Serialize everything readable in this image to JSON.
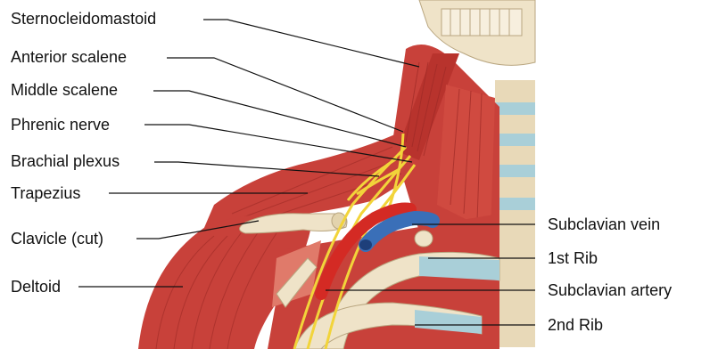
{
  "labels_left": [
    {
      "id": "sternocleidomastoid",
      "text": "Sternocleidomastoid"
    },
    {
      "id": "anterior-scalene",
      "text": "Anterior scalene"
    },
    {
      "id": "middle-scalene",
      "text": "Middle scalene"
    },
    {
      "id": "phrenic-nerve",
      "text": "Phrenic nerve"
    },
    {
      "id": "brachial-plexus",
      "text": "Brachial plexus"
    },
    {
      "id": "trapezius",
      "text": "Trapezius"
    },
    {
      "id": "clavicle",
      "text": "Clavicle (cut)"
    },
    {
      "id": "deltoid",
      "text": "Deltoid"
    }
  ],
  "labels_right": [
    {
      "id": "subclavian-vein",
      "text": "Subclavian vein"
    },
    {
      "id": "first-rib",
      "text": "1st Rib"
    },
    {
      "id": "subclavian-artery",
      "text": "Subclavian artery"
    },
    {
      "id": "second-rib",
      "text": "2nd Rib"
    }
  ],
  "colors": {
    "muscle": "#c8413a",
    "muscle_dark": "#9e2a26",
    "muscle_light": "#e07a6a",
    "bone": "#efe3c8",
    "bone_shadow": "#cdbb95",
    "cartilage": "#a9cfd8",
    "nerve": "#f2d43a",
    "artery": "#d42a24",
    "vein": "#3a6fb8"
  }
}
